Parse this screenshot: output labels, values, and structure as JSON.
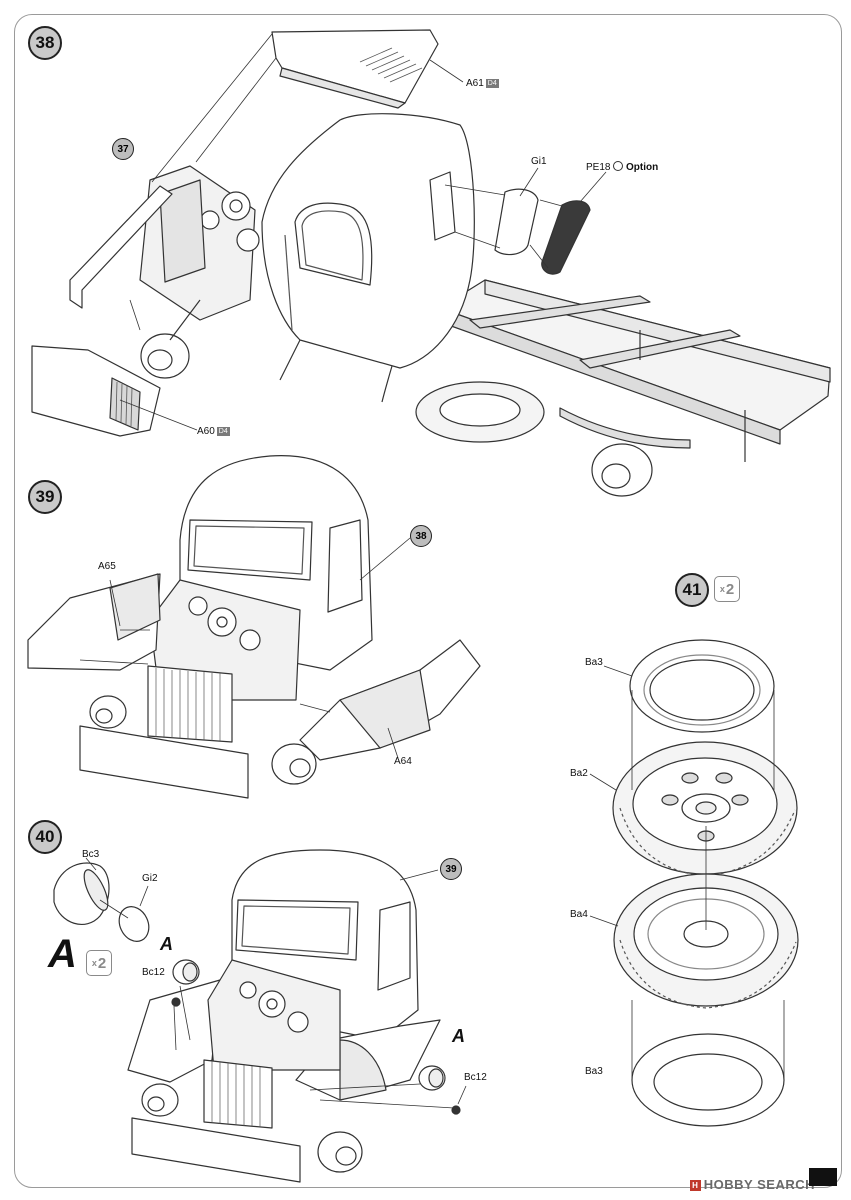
{
  "steps": [
    {
      "number": "38",
      "ref": "37",
      "labels": {
        "a61": "A61",
        "a61_tag": "D4",
        "gi1": "Gi1",
        "pe18": "PE18",
        "option": "Option",
        "a60": "A60",
        "a60_tag": "D4"
      }
    },
    {
      "number": "39",
      "ref": "38",
      "labels": {
        "a65": "A65",
        "a64": "A64"
      }
    },
    {
      "number": "40",
      "ref": "39",
      "multiplier_letter": "A",
      "multiplier": "2",
      "labels": {
        "bc3": "Bc3",
        "gi2": "Gi2",
        "bc12_left": "Bc12",
        "bc12_right": "Bc12",
        "a_left": "A",
        "a_right": "A"
      }
    },
    {
      "number": "41",
      "multiplier": "2",
      "labels": {
        "ba3_top": "Ba3",
        "ba2": "Ba2",
        "ba4": "Ba4",
        "ba3_bottom": "Ba3"
      }
    }
  ],
  "footer": {
    "brand": "HOBBY SEARCH"
  }
}
